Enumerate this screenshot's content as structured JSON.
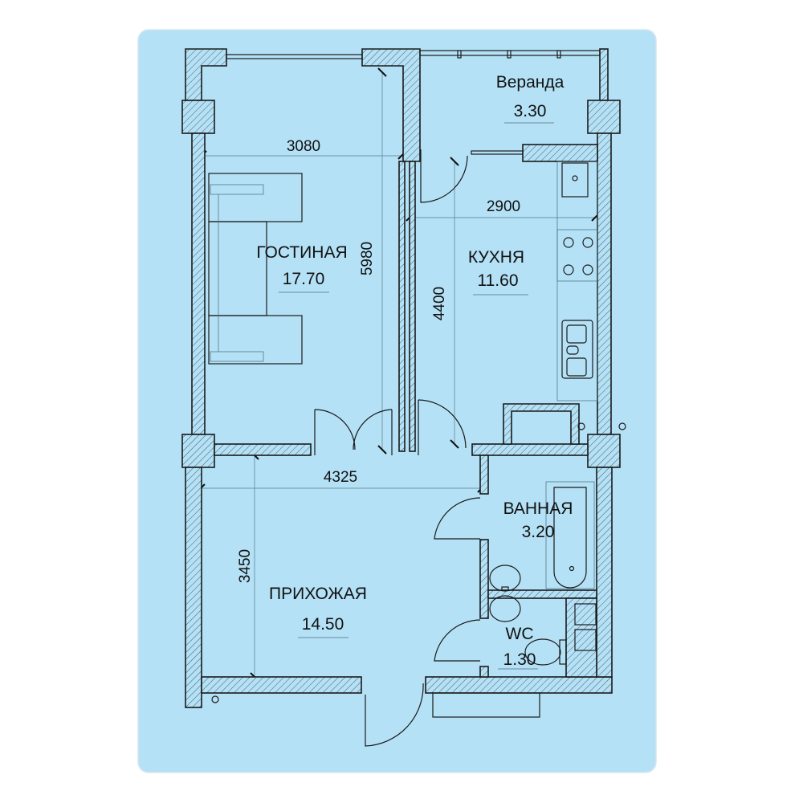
{
  "colors": {
    "background": "#b4e1f6",
    "walls": "#1a1a1a"
  },
  "rooms": {
    "veranda": {
      "name": "Веранда",
      "area": "3.30"
    },
    "living": {
      "name": "ГОСТИНАЯ",
      "area": "17.70"
    },
    "kitchen": {
      "name": "КУХНЯ",
      "area": "11.60"
    },
    "bathroom": {
      "name": "ВАННАЯ",
      "area": "3.20"
    },
    "hall": {
      "name": "ПРИХОЖАЯ",
      "area": "14.50"
    },
    "wc": {
      "name": "WC",
      "area": "1.30"
    }
  },
  "dimensions": {
    "living_width": "3080",
    "living_length": "5980",
    "kitchen_width": "2900",
    "kitchen_length": "4400",
    "hall_width": "4325",
    "hall_length": "3450"
  }
}
